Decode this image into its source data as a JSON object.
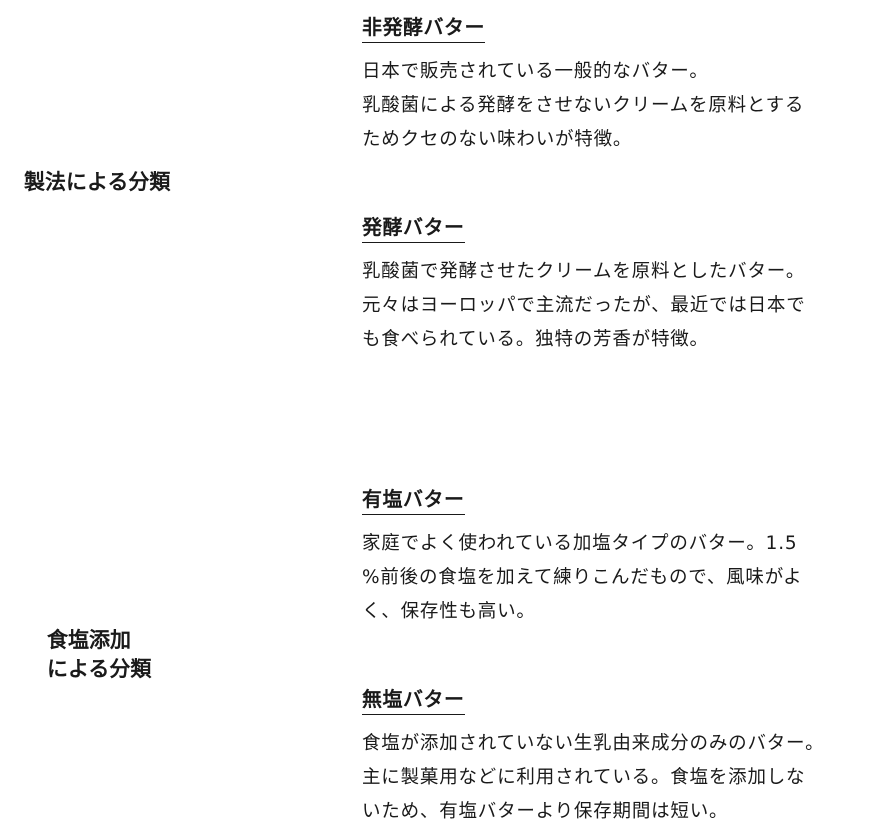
{
  "categories": {
    "method": {
      "label": "製法による分類"
    },
    "salt": {
      "label_line1": "食塩添加",
      "label_line2": "による分類"
    }
  },
  "items": {
    "non_fermented": {
      "title": "非発酵バター",
      "lines": [
        "日本で販売されている一般的なバター。",
        "乳酸菌による発酵をさせないクリームを原料とする",
        "ためクセのない味わいが特徴。"
      ]
    },
    "fermented": {
      "title": "発酵バター",
      "lines": [
        "乳酸菌で発酵させたクリームを原料としたバター。",
        "元々はヨーロッパで主流だったが、最近では日本で",
        "も食べられている。独特の芳香が特徴。"
      ]
    },
    "salted": {
      "title": "有塩バター",
      "lines": [
        "家庭でよく使われている加塩タイプのバター。1.5",
        "%前後の食塩を加えて練りこんだもので、風味がよ",
        "く、保存性も高い。"
      ]
    },
    "unsalted": {
      "title": "無塩バター",
      "lines": [
        "食塩が添加されていない生乳由来成分のみのバター。",
        "主に製菓用などに利用されている。食塩を添加しな",
        "いため、有塩バターより保存期間は短い。"
      ]
    }
  }
}
